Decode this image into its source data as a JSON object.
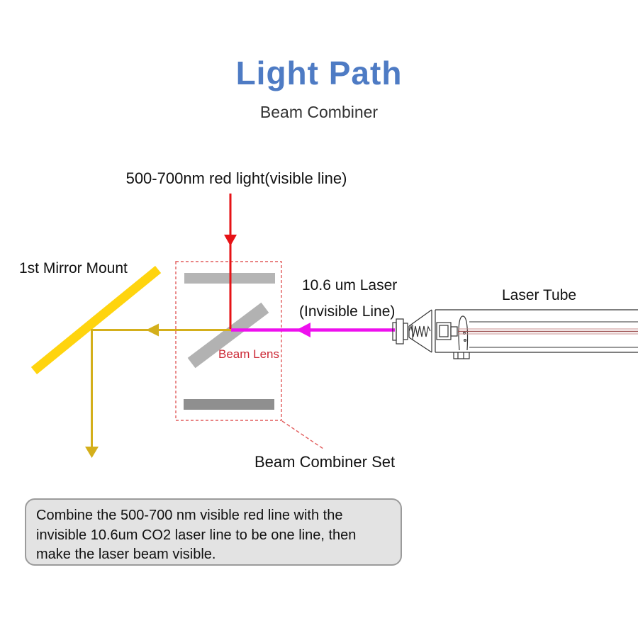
{
  "title": "Light Path",
  "subtitle": "Beam Combiner",
  "labels": {
    "red_light": "500-700nm red light(visible line)",
    "mirror_mount": "1st Mirror Mount",
    "laser_line1": "10.6 um Laser",
    "laser_line2": "(Invisible Line)",
    "laser_tube": "Laser Tube",
    "beam_lens": "Beam Lens",
    "beam_combiner_set": "Beam Combiner Set"
  },
  "info_box": {
    "lines": [
      "Combine the 500-700 nm visible red line with the",
      "invisible 10.6um CO2 laser line to be one line, then",
      "make the laser beam visible."
    ]
  },
  "colors": {
    "title_blue": "#4e7bc4",
    "subtitle_gray": "#333333",
    "red_beam": "#e61216",
    "yellow_beam": "#d4af1b",
    "mirror_gold": "#ffd40e",
    "magenta_beam": "#ee10ee",
    "dashed_red": "#e25c5c",
    "beam_lens_red": "#cc2936",
    "gray_bar_light": "#b5b5b5",
    "gray_bar_mid": "#b2b2b2",
    "gray_bar_dark": "#8f8f8f",
    "tube_outline": "#333333",
    "tube_beam_pink": "#c98f8f",
    "tube_beam_dark": "#a05555",
    "info_box_bg": "#e3e3e3",
    "info_box_border": "#9b9b9b"
  }
}
